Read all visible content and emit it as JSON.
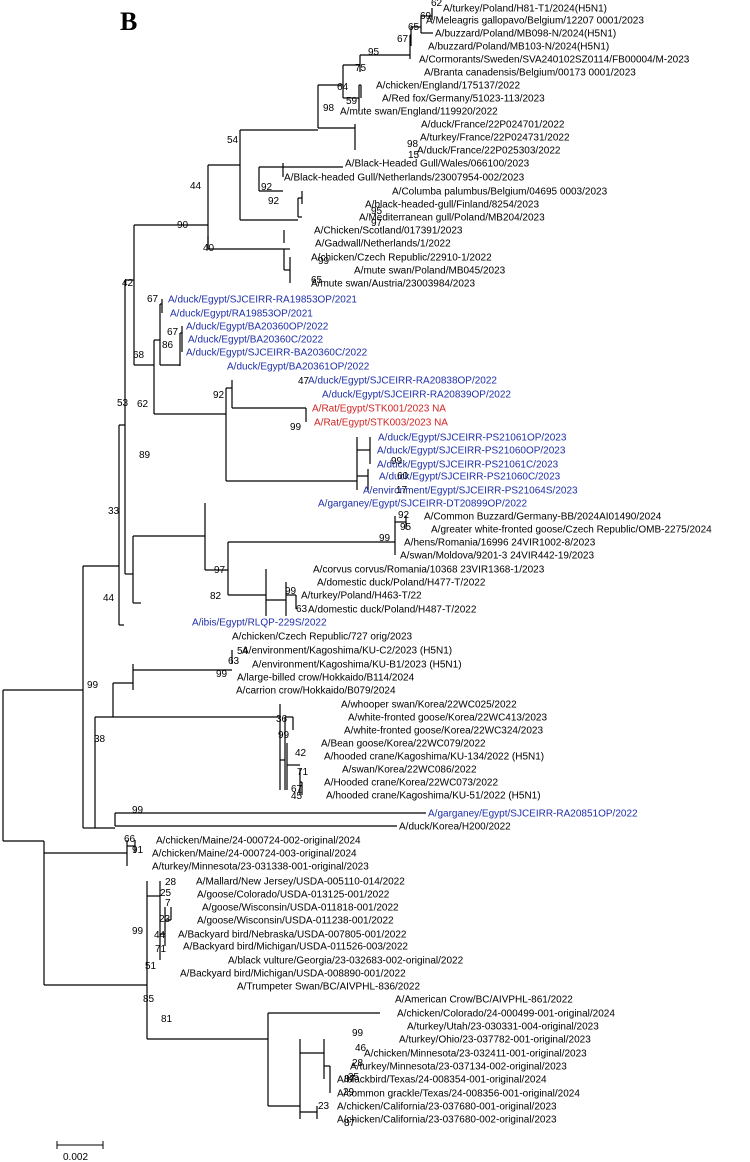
{
  "panel_label": "B",
  "scale_bar": {
    "value": 0.002,
    "label": "0.002"
  },
  "colors": {
    "default": "#000000",
    "egypt": "#1f2fa8",
    "rat": "#d32424"
  },
  "tips": [
    {
      "label": "A/turkey/Poland/H81-T1/2024(H5N1)",
      "color": "default"
    },
    {
      "label": "A/Meleagris gallopavo/Belgium/12207 0001/2023",
      "color": "default"
    },
    {
      "label": "A/buzzard/Poland/MB098-N/2024(H5N1)",
      "color": "default"
    },
    {
      "label": "A/buzzard/Poland/MB103-N/2024(H5N1)",
      "color": "default"
    },
    {
      "label": "A/Cormorants/Sweden/SVA240102SZ0114/FB00004/M-2023",
      "color": "default"
    },
    {
      "label": "A/Branta canadensis/Belgium/00173 0001/2023",
      "color": "default"
    },
    {
      "label": "A/chicken/England/175137/2022",
      "color": "default"
    },
    {
      "label": "A/Red fox/Germany/51023-113/2023",
      "color": "default"
    },
    {
      "label": "A/mute swan/England/119920/2022",
      "color": "default"
    },
    {
      "label": "A/duck/France/22P024701/2022",
      "color": "default"
    },
    {
      "label": "A/turkey/France/22P024731/2022",
      "color": "default"
    },
    {
      "label": "A/duck/France/22P025303/2022",
      "color": "default"
    },
    {
      "label": "A/Black-Headed Gull/Wales/066100/2023",
      "color": "default"
    },
    {
      "label": "A/Black-headed Gull/Netherlands/23007954-002/2023",
      "color": "default"
    },
    {
      "label": "A/Columba palumbus/Belgium/04695 0003/2023",
      "color": "default"
    },
    {
      "label": "A/black-headed-gull/Finland/8254/2023",
      "color": "default"
    },
    {
      "label": "A/Mediterranean gull/Poland/MB204/2023",
      "color": "default"
    },
    {
      "label": "A/Chicken/Scotland/017391/2023",
      "color": "default"
    },
    {
      "label": "A/Gadwall/Netherlands/1/2022",
      "color": "default"
    },
    {
      "label": "A/chicken/Czech Republic/22910-1/2022",
      "color": "default"
    },
    {
      "label": "A/mute swan/Poland/MB045/2023",
      "color": "default"
    },
    {
      "label": "A/mute swan/Austria/23003984/2023",
      "color": "default"
    },
    {
      "label": "A/duck/Egypt/SJCEIRR-RA19853OP/2021",
      "color": "egypt"
    },
    {
      "label": "A/duck/Egypt/RA19853OP/2021",
      "color": "egypt"
    },
    {
      "label": "A/duck/Egypt/BA20360OP/2022",
      "color": "egypt"
    },
    {
      "label": "A/duck/Egypt/BA20360C/2022",
      "color": "egypt"
    },
    {
      "label": "A/duck/Egypt/SJCEIRR-BA20360C/2022",
      "color": "egypt"
    },
    {
      "label": "A/duck/Egypt/BA20361OP/2022",
      "color": "egypt"
    },
    {
      "label": "A/duck/Egypt/SJCEIRR-RA20838OP/2022",
      "color": "egypt"
    },
    {
      "label": "A/duck/Egypt/SJCEIRR-RA20839OP/2022",
      "color": "egypt"
    },
    {
      "label": "A/Rat/Egypt/STK001/2023 NA",
      "color": "rat"
    },
    {
      "label": "A/Rat/Egypt/STK003/2023 NA",
      "color": "rat"
    },
    {
      "label": "A/duck/Egypt/SJCEIRR-PS21061OP/2023",
      "color": "egypt"
    },
    {
      "label": "A/duck/Egypt/SJCEIRR-PS21060OP/2023",
      "color": "egypt"
    },
    {
      "label": "A/duck/Egypt/SJCEIRR-PS21061C/2023",
      "color": "egypt"
    },
    {
      "label": "A/duck/Egypt/SJCEIRR-PS21060C/2023",
      "color": "egypt"
    },
    {
      "label": "A/environment/Egypt/SJCEIRR-PS21064S/2023",
      "color": "egypt"
    },
    {
      "label": "A/garganey/Egypt/SJCEIRR-DT20899OP/2022",
      "color": "egypt"
    },
    {
      "label": "A/Common Buzzard/Germany-BB/2024AI01490/2024",
      "color": "default"
    },
    {
      "label": "A/greater white-fronted goose/Czech Republic/OMB-2275/2024",
      "color": "default"
    },
    {
      "label": "A/hens/Romania/16996 24VIR1002-8/2023",
      "color": "default"
    },
    {
      "label": "A/swan/Moldova/9201-3 24VIR442-19/2023",
      "color": "default"
    },
    {
      "label": "A/corvus corvus/Romania/10368 23VIR1368-1/2023",
      "color": "default"
    },
    {
      "label": "A/domestic duck/Poland/H477-T/2022",
      "color": "default"
    },
    {
      "label": "A/turkey/Poland/H463-T/22",
      "color": "default"
    },
    {
      "label": "A/domestic duck/Poland/H487-T/2022",
      "color": "default"
    },
    {
      "label": "A/ibis/Egypt/RLQP-229S/2022",
      "color": "egypt"
    },
    {
      "label": "A/chicken/Czech Republic/727 orig/2023",
      "color": "default"
    },
    {
      "label": "A/environment/Kagoshima/KU-C2/2023 (H5N1)",
      "color": "default"
    },
    {
      "label": "A/environment/Kagoshima/KU-B1/2023 (H5N1)",
      "color": "default"
    },
    {
      "label": "A/large-billed crow/Hokkaido/B114/2024",
      "color": "default"
    },
    {
      "label": "A/carrion crow/Hokkaido/B079/2024",
      "color": "default"
    },
    {
      "label": "A/whooper swan/Korea/22WC025/2022",
      "color": "default"
    },
    {
      "label": "A/white-fronted goose/Korea/22WC413/2023",
      "color": "default"
    },
    {
      "label": "A/white-fronted goose/Korea/22WC324/2023",
      "color": "default"
    },
    {
      "label": "A/Bean goose/Korea/22WC079/2022",
      "color": "default"
    },
    {
      "label": "A/hooded crane/Kagoshima/KU-134/2022 (H5N1)",
      "color": "default"
    },
    {
      "label": "A/swan/Korea/22WC086/2022",
      "color": "default"
    },
    {
      "label": "A/Hooded crane/Korea/22WC073/2022",
      "color": "default"
    },
    {
      "label": "A/hooded crane/Kagoshima/KU-51/2022 (H5N1)",
      "color": "default"
    },
    {
      "label": "A/garganey/Egypt/SJCEIRR-RA20851OP/2022",
      "color": "egypt"
    },
    {
      "label": "A/duck/Korea/H200/2022",
      "color": "default"
    },
    {
      "label": "A/chicken/Maine/24-000724-002-original/2024",
      "color": "default"
    },
    {
      "label": "A/chicken/Maine/24-000724-003-original/2024",
      "color": "default"
    },
    {
      "label": "A/turkey/Minnesota/23-031338-001-original/2023",
      "color": "default"
    },
    {
      "label": "A/Mallard/New Jersey/USDA-005110-014/2022",
      "color": "default"
    },
    {
      "label": "A/goose/Colorado/USDA-013125-001/2022",
      "color": "default"
    },
    {
      "label": "A/goose/Wisconsin/USDA-011818-001/2022",
      "color": "default"
    },
    {
      "label": "A/goose/Wisconsin/USDA-011238-001/2022",
      "color": "default"
    },
    {
      "label": "A/Backyard bird/Nebraska/USDA-007805-001/2022",
      "color": "default"
    },
    {
      "label": "A/Backyard bird/Michigan/USDA-011526-003/2022",
      "color": "default"
    },
    {
      "label": "A/black vulture/Georgia/23-032683-002-original/2022",
      "color": "default"
    },
    {
      "label": "A/Backyard bird/Michigan/USDA-008890-001/2022",
      "color": "default"
    },
    {
      "label": "A/Trumpeter Swan/BC/AIVPHL-836/2022",
      "color": "default"
    },
    {
      "label": "A/American Crow/BC/AIVPHL-861/2022",
      "color": "default"
    },
    {
      "label": "A/chicken/Colorado/24-000499-001-original/2024",
      "color": "default"
    },
    {
      "label": "A/turkey/Utah/23-030331-004-original/2023",
      "color": "default"
    },
    {
      "label": "A/turkey/Ohio/23-037782-001-original/2023",
      "color": "default"
    },
    {
      "label": "A/chicken/Minnesota/23-032411-001-original/2023",
      "color": "default"
    },
    {
      "label": "A/turkey/Minnesota/23-037134-002-original/2023",
      "color": "default"
    },
    {
      "label": "A/blackbird/Texas/24-008354-001-original/2024",
      "color": "default"
    },
    {
      "label": "A/common grackle/Texas/24-008356-001-original/2024",
      "color": "default"
    },
    {
      "label": "A/chicken/California/23-037680-001-original/2023",
      "color": "default"
    },
    {
      "label": "A/chicken/California/23-037680-002-original/2023",
      "color": "default"
    }
  ],
  "bootstrap": [
    "62",
    "69",
    "65",
    "67",
    "95",
    "75",
    "59",
    "64",
    "98",
    "98",
    "15",
    "54",
    "92",
    "92",
    "95",
    "97",
    "44",
    "40",
    "90",
    "99",
    "65",
    "42",
    "67",
    "86",
    "67",
    "68",
    "47",
    "92",
    "99",
    "62",
    "89",
    "99",
    "60",
    "17",
    "53",
    "92",
    "95",
    "99",
    "97",
    "82",
    "99",
    "63",
    "33",
    "44",
    "99",
    "54",
    "63",
    "99",
    "38",
    "36",
    "99",
    "42",
    "71",
    "67",
    "45",
    "99",
    "66",
    "91",
    "28",
    "25",
    "7",
    "23",
    "44",
    "71",
    "51",
    "85",
    "81",
    "99",
    "46",
    "28",
    "35",
    "87",
    "29",
    "23",
    "87",
    "99"
  ]
}
